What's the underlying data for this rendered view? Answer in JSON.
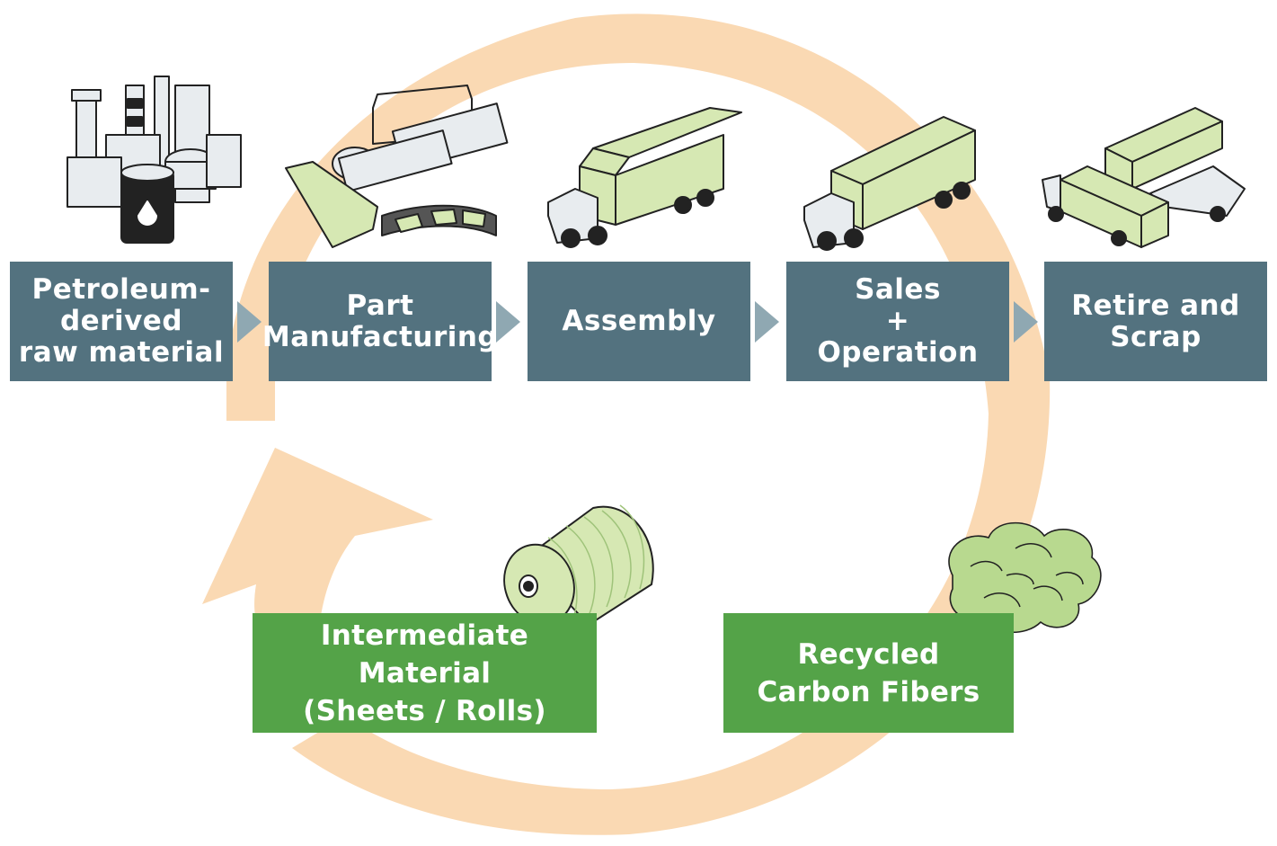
{
  "colors": {
    "stage_box": "#53727f",
    "recycle_box": "#54a348",
    "cycle_arrow": "#fad9b3",
    "stage_arrow": "#8fa8b2",
    "illustration_green": "#d6e8b3",
    "illustration_gray": "#e8ecef"
  },
  "stages": [
    {
      "label": "Petroleum-\nderived\nraw material",
      "icon": "refinery-icon"
    },
    {
      "label": "Part\nManufacturing",
      "icon": "factory-parts-icon"
    },
    {
      "label": "Assembly",
      "icon": "truck-assembly-icon"
    },
    {
      "label": "Sales\n+\nOperation",
      "icon": "truck-icon"
    },
    {
      "label": "Retire and\nScrap",
      "icon": "scrapped-trucks-icon"
    }
  ],
  "recycle": {
    "intermediate": {
      "label": "Intermediate Material\n(Sheets / Rolls)",
      "icon": "roll-icon"
    },
    "fibers": {
      "label": "Recycled\nCarbon Fibers",
      "icon": "fiber-cloud-icon"
    }
  }
}
